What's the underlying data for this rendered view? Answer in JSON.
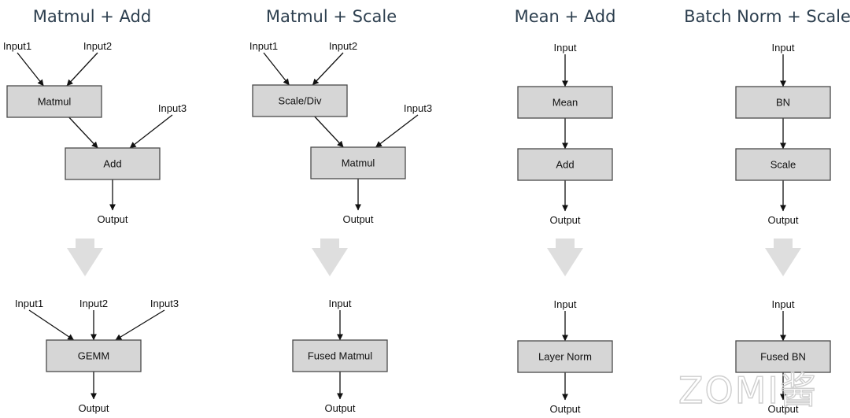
{
  "colors": {
    "box_fill": "#d6d6d6",
    "box_stroke": "#4a4a4a",
    "title": "#2d3f4f",
    "fusion_arrow": "#dedede",
    "edge": "#111111"
  },
  "watermark": "ZOMI酱",
  "panels": [
    {
      "title": "Matmul + Add",
      "before": {
        "nodes": [
          {
            "id": "in1",
            "label": "Input1",
            "kind": "label"
          },
          {
            "id": "in2",
            "label": "Input2",
            "kind": "label"
          },
          {
            "id": "matmul",
            "label": "Matmul",
            "kind": "box"
          },
          {
            "id": "in3",
            "label": "Input3",
            "kind": "label"
          },
          {
            "id": "add",
            "label": "Add",
            "kind": "box"
          },
          {
            "id": "out",
            "label": "Output",
            "kind": "label"
          }
        ],
        "edges": [
          [
            "in1",
            "matmul"
          ],
          [
            "in2",
            "matmul"
          ],
          [
            "matmul",
            "add"
          ],
          [
            "in3",
            "add"
          ],
          [
            "add",
            "out"
          ]
        ]
      },
      "after": {
        "nodes": [
          {
            "id": "in1",
            "label": "Input1",
            "kind": "label"
          },
          {
            "id": "in2",
            "label": "Input2",
            "kind": "label"
          },
          {
            "id": "in3",
            "label": "Input3",
            "kind": "label"
          },
          {
            "id": "gemm",
            "label": "GEMM",
            "kind": "box"
          },
          {
            "id": "out",
            "label": "Output",
            "kind": "label"
          }
        ],
        "edges": [
          [
            "in1",
            "gemm"
          ],
          [
            "in2",
            "gemm"
          ],
          [
            "in3",
            "gemm"
          ],
          [
            "gemm",
            "out"
          ]
        ]
      }
    },
    {
      "title": "Matmul + Scale",
      "before": {
        "nodes": [
          {
            "id": "in1",
            "label": "Input1",
            "kind": "label"
          },
          {
            "id": "in2",
            "label": "Input2",
            "kind": "label"
          },
          {
            "id": "scale",
            "label": "Scale/Div",
            "kind": "box"
          },
          {
            "id": "in3",
            "label": "Input3",
            "kind": "label"
          },
          {
            "id": "matmul",
            "label": "Matmul",
            "kind": "box"
          },
          {
            "id": "out",
            "label": "Output",
            "kind": "label"
          }
        ],
        "edges": [
          [
            "in1",
            "scale"
          ],
          [
            "in2",
            "scale"
          ],
          [
            "scale",
            "matmul"
          ],
          [
            "in3",
            "matmul"
          ],
          [
            "matmul",
            "out"
          ]
        ]
      },
      "after": {
        "nodes": [
          {
            "id": "in",
            "label": "Input",
            "kind": "label"
          },
          {
            "id": "fused",
            "label": "Fused Matmul",
            "kind": "box"
          },
          {
            "id": "out",
            "label": "Output",
            "kind": "label"
          }
        ],
        "edges": [
          [
            "in",
            "fused"
          ],
          [
            "fused",
            "out"
          ]
        ]
      }
    },
    {
      "title": "Mean + Add",
      "before": {
        "nodes": [
          {
            "id": "in",
            "label": "Input",
            "kind": "label"
          },
          {
            "id": "mean",
            "label": "Mean",
            "kind": "box"
          },
          {
            "id": "add",
            "label": "Add",
            "kind": "box"
          },
          {
            "id": "out",
            "label": "Output",
            "kind": "label"
          }
        ],
        "edges": [
          [
            "in",
            "mean"
          ],
          [
            "mean",
            "add"
          ],
          [
            "add",
            "out"
          ]
        ]
      },
      "after": {
        "nodes": [
          {
            "id": "in",
            "label": "Input",
            "kind": "label"
          },
          {
            "id": "ln",
            "label": "Layer Norm",
            "kind": "box"
          },
          {
            "id": "out",
            "label": "Output",
            "kind": "label"
          }
        ],
        "edges": [
          [
            "in",
            "ln"
          ],
          [
            "ln",
            "out"
          ]
        ]
      }
    },
    {
      "title": "Batch Norm + Scale",
      "before": {
        "nodes": [
          {
            "id": "in",
            "label": "Input",
            "kind": "label"
          },
          {
            "id": "bn",
            "label": "BN",
            "kind": "box"
          },
          {
            "id": "scale",
            "label": "Scale",
            "kind": "box"
          },
          {
            "id": "out",
            "label": "Output",
            "kind": "label"
          }
        ],
        "edges": [
          [
            "in",
            "bn"
          ],
          [
            "bn",
            "scale"
          ],
          [
            "scale",
            "out"
          ]
        ]
      },
      "after": {
        "nodes": [
          {
            "id": "in",
            "label": "Input",
            "kind": "label"
          },
          {
            "id": "fbn",
            "label": "Fused BN",
            "kind": "box"
          },
          {
            "id": "out",
            "label": "Output",
            "kind": "label"
          }
        ],
        "edges": [
          [
            "in",
            "fbn"
          ],
          [
            "fbn",
            "out"
          ]
        ]
      }
    }
  ]
}
